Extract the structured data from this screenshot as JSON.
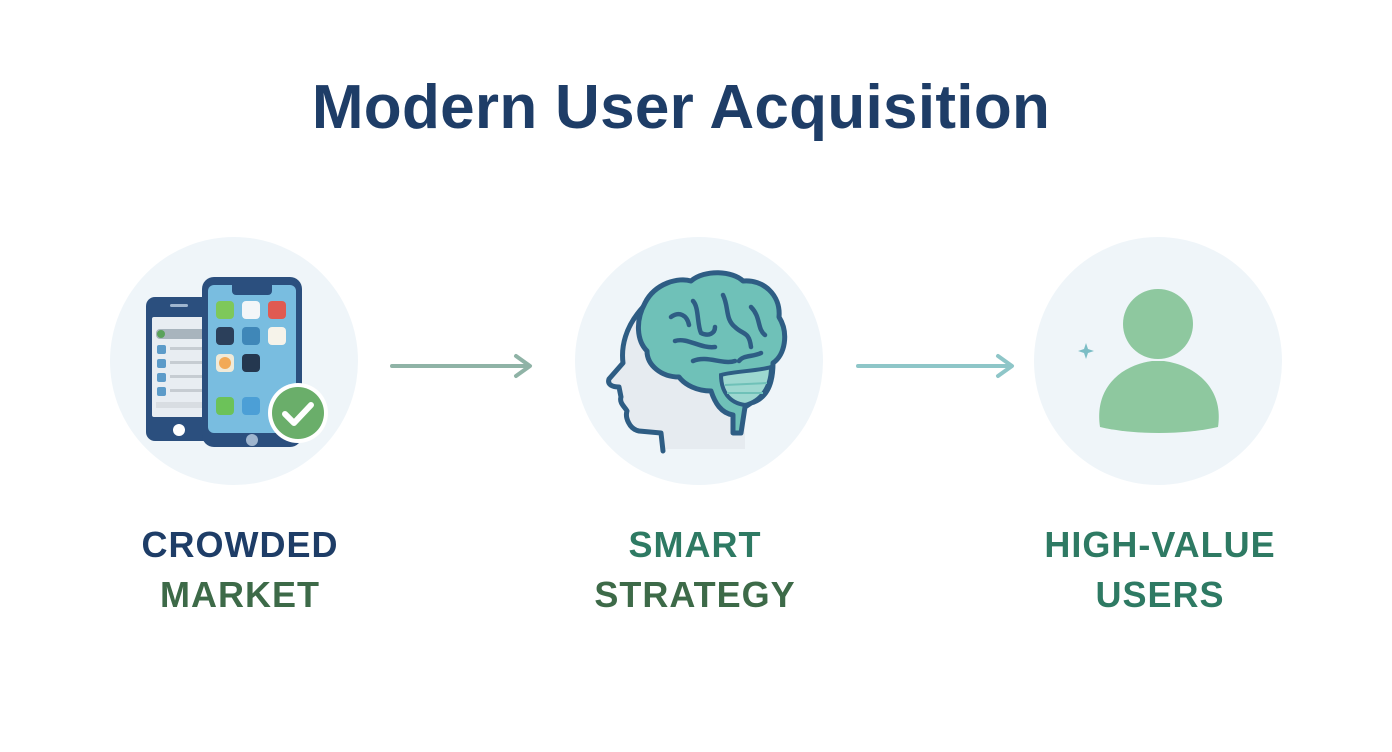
{
  "title": "Modern User Acquisition",
  "colors": {
    "title": "#1e3d67",
    "navy": "#1e3d67",
    "green_dark": "#3d6a48",
    "teal_text": "#2e7a63",
    "circle_bg": "#eff5f9",
    "arrow_1": "#8fb3a6",
    "arrow_2": "#8ec6c8",
    "brain": "#6fc1b8",
    "brain_outline": "#2e5d84",
    "user_green": "#8ec89f",
    "check_green": "#6aae6a",
    "sparkle": "#7bbdc5"
  },
  "steps": [
    {
      "icon": "smartphones-checkmark-icon",
      "line1": "CROWDED",
      "line2": "MARKET"
    },
    {
      "icon": "brain-head-icon",
      "line1": "SMART",
      "line2": "STRATEGY"
    },
    {
      "icon": "user-icon",
      "line1": "HIGH-VALUE",
      "line2": "USERS"
    }
  ],
  "arrows": [
    "arrow-right-icon",
    "arrow-right-icon"
  ]
}
